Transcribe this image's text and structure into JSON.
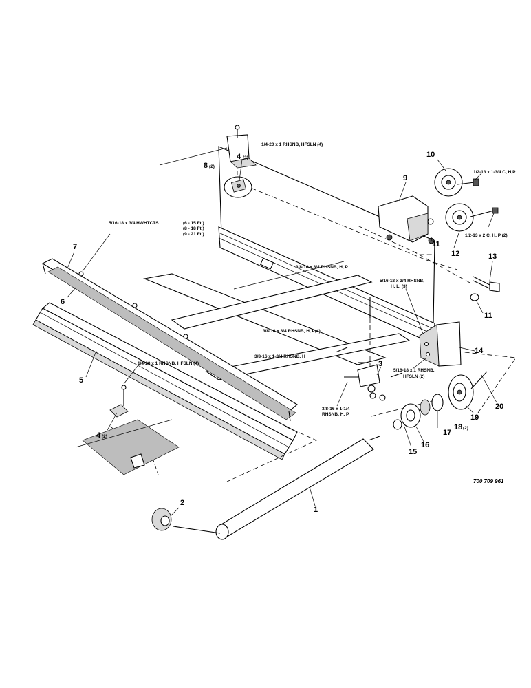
{
  "figure_number": "700 709 961",
  "callouts": {
    "c1": "1",
    "c2": "2",
    "c3": "3",
    "c4a": "4",
    "c4a_qty": "(2)",
    "c4b": "4",
    "c4b_qty": "(2)",
    "c5": "5",
    "c6": "6",
    "c7": "7",
    "c8": "8",
    "c8_qty": "(2)",
    "c9": "9",
    "c10": "10",
    "c11a": "11",
    "c11b": "11",
    "c12": "12",
    "c13": "13",
    "c14": "14",
    "c15": "15",
    "c16": "16",
    "c17": "17",
    "c18": "18",
    "c18_qty": "(2)",
    "c19": "19",
    "c20": "20"
  },
  "hardware": {
    "top_bracket_bolt": "1/4-20 x 1 RHSNB, HFSLN (4)",
    "idler_bolt_a": "1/2-13 x 1-3/4 C, H,P",
    "idler_bolt_b": "1/2-13 x 2 C, H, P (2)",
    "left_screws_l1": "5/16-18 x 3/4 HWHTCTS",
    "left_screws_l2": "(6 - 15 Ft.)",
    "left_screws_l3": "(8 - 18 Ft.)",
    "left_screws_l4": "(9 - 21 Ft.)",
    "center_bolt": "3/8-16 x 3/4 RHSNB, H, P",
    "right_bolt_l1": "5/16-18 x 3/4 RHSNB,",
    "right_bolt_l2": "H, L, (3)",
    "center_bolt_4": "3/8-16 x 3/4 RHSNB, H, P(4)",
    "long_bolt": "3/8-16 x 1-3/4 RHSNB, H",
    "lower_right_bolt_l1": "5/16-18 x 1 RHSNB,",
    "lower_right_bolt_l2": "HFSLN (2)",
    "bottom_bolt_l1": "3/8-16 x 1-1/4",
    "bottom_bolt_l2": "RHSNB, H, P",
    "lower_left_bolt": "1/4-20 x 1 RHSNB, HFSLN (4)"
  }
}
